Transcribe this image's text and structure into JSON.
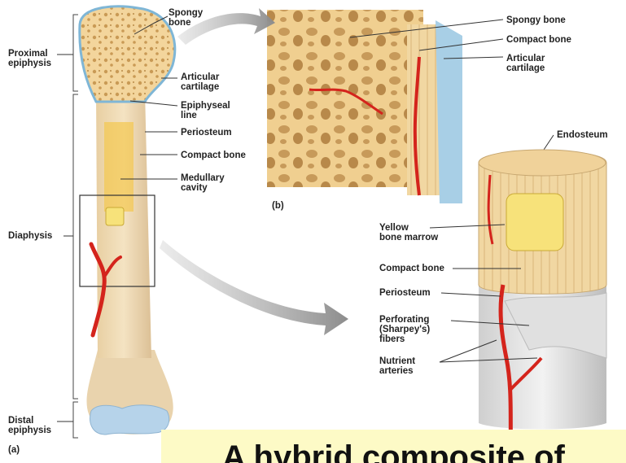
{
  "labels": {
    "spongy_bone_a": "Spongy\nbone",
    "proximal_epiphysis": "Proximal\nepiphysis",
    "articular_cartilage_a": "Articular\ncartilage",
    "epiphyseal_line": "Epiphyseal\nline",
    "periosteum_a": "Periosteum",
    "compact_bone_a": "Compact bone",
    "medullary_cavity": "Medullary\ncavity",
    "diaphysis": "Diaphysis",
    "distal_epiphysis": "Distal\nepiphysis",
    "panel_a": "(a)",
    "panel_b": "(b)",
    "spongy_bone_b": "Spongy bone",
    "compact_bone_b": "Compact bone",
    "articular_cartilage_b": "Articular\ncartilage",
    "endosteum": "Endosteum",
    "yellow_marrow": "Yellow\nbone marrow",
    "compact_bone_c": "Compact bone",
    "periosteum_c": "Periosteum",
    "perforating_fibers": "Perforating\n(Sharpey's)\nfibers",
    "nutrient_arteries": "Nutrient\narteries"
  },
  "banner": {
    "text": "A hybrid composite of"
  },
  "colors": {
    "bone": "#f2d7a4",
    "cartilage": "#a8cfe6",
    "artery": "#d4241c",
    "marrow": "#f7e27a",
    "banner_bg": "#fdfac6"
  }
}
